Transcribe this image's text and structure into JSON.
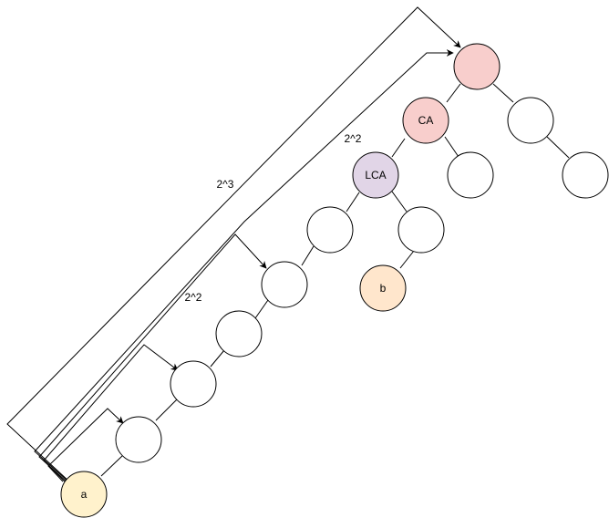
{
  "diagram": {
    "colors": {
      "default_fill": "#ffffff",
      "root_fill": "#f8cecc",
      "root_stroke": "#b85450",
      "ca_fill": "#f8cecc",
      "ca_stroke": "#b85450",
      "lca_fill": "#e1d5e7",
      "lca_stroke": "#9673a6",
      "a_fill": "#fff2cc",
      "a_stroke": "#d6b656",
      "b_fill": "#ffe6cc",
      "b_stroke": "#d79b00"
    },
    "nodes": {
      "root": "",
      "ca": "CA",
      "lca": "LCA",
      "a": "a",
      "b": "b"
    },
    "jump_labels": {
      "jump_2_3": "2^3",
      "jump_2_2_upper": "2^2",
      "jump_2_2_lower": "2^2"
    }
  }
}
